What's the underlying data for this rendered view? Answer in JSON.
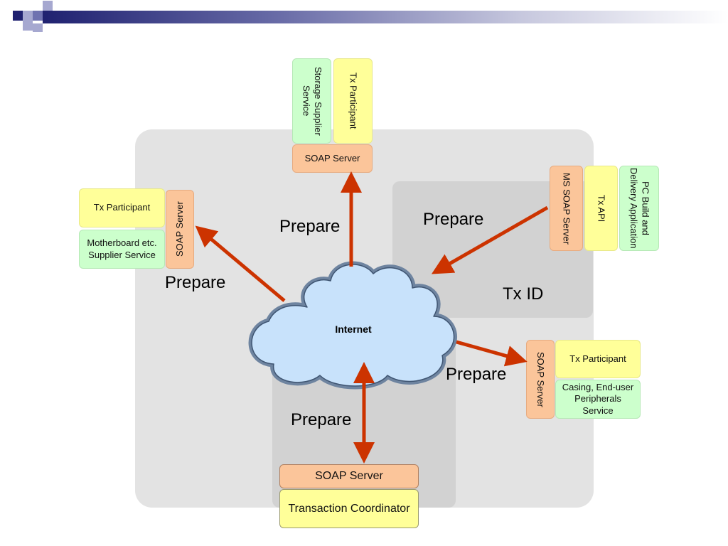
{
  "colors": {
    "header_dark": "#1f2170",
    "zone_outer": "#e3e3e3",
    "zone_inner": "#d2d2d2",
    "participant_yellow": "#ffff99",
    "soap_orange": "#fbc59a",
    "service_green": "#ccffcc",
    "arrow_red": "#cc3300",
    "cloud_fill": "#c8e2fb",
    "cloud_outline": "#6e84a0"
  },
  "cloud": {
    "label": "Internet"
  },
  "top_group": {
    "service": "Storage Supplier Service",
    "participant": "Tx Participant",
    "soap": "SOAP Server"
  },
  "left_group": {
    "participant": "Tx Participant",
    "service": "Motherboard etc. Supplier Service",
    "soap": "SOAP Server"
  },
  "right_group": {
    "soap": "MS SOAP Server",
    "api": "Tx API",
    "app": "PC Build and Delivery Application"
  },
  "lower_right_group": {
    "soap": "SOAP Server",
    "participant": "Tx Participant",
    "service": "Casing, End-user Peripherals Service"
  },
  "bottom_group": {
    "soap": "SOAP Server",
    "coordinator": "Transaction Coordinator"
  },
  "labels": {
    "prepare_left": "Prepare",
    "prepare_top": "Prepare",
    "prepare_right": "Prepare",
    "prepare_lower_right": "Prepare",
    "prepare_bottom": "Prepare",
    "tx_id": "Tx ID"
  }
}
